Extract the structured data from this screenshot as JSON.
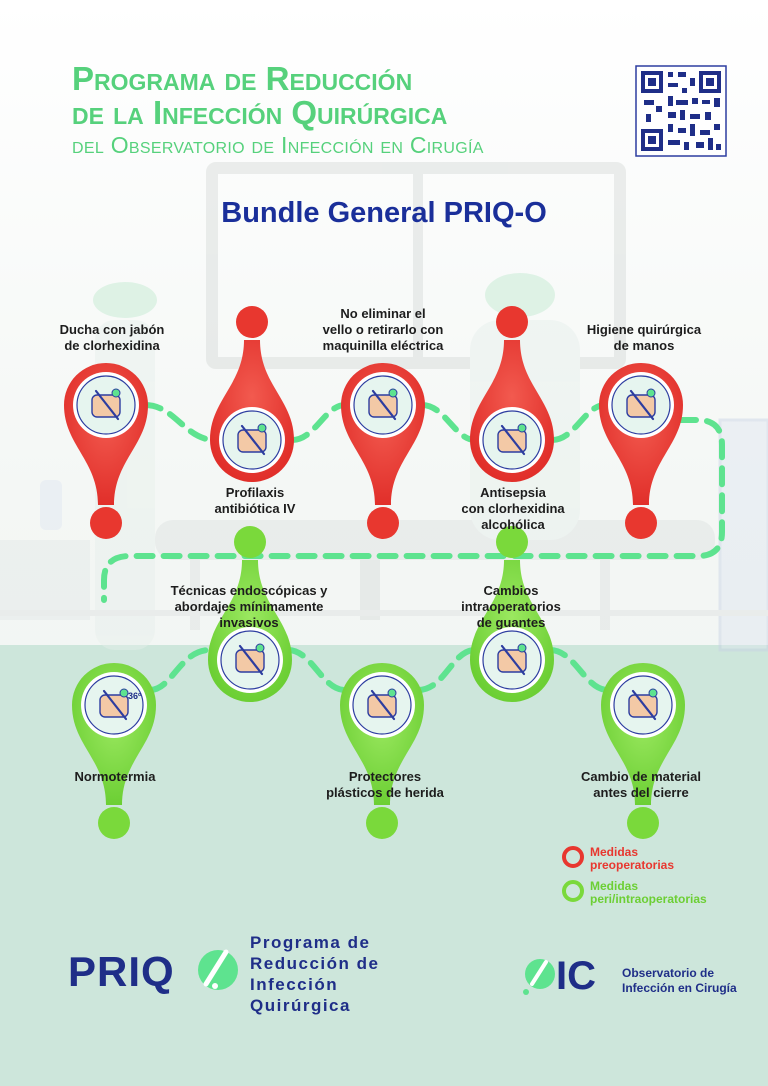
{
  "header": {
    "title_line1": "Programa de Reducción",
    "title_line2": "de la Infección Quirúrgica",
    "title_line3": "del Observatorio de Infección en Cirugía"
  },
  "bundle_title": "Bundle General PRIQ-O",
  "colors": {
    "preop_red": "#e8372f",
    "periop_green": "#7ad93b",
    "dash_green": "#5ee38f",
    "title_green": "#56d17c",
    "navy": "#1a2f9a"
  },
  "measures": [
    {
      "id": "ducha",
      "lines": [
        "Ducha con jabón",
        "de clorhexidina"
      ],
      "category": "preop",
      "icon": "shower-icon"
    },
    {
      "id": "profilaxis",
      "lines": [
        "Profilaxis",
        "antibiótica IV"
      ],
      "category": "preop",
      "icon": "iv-antibiotic-icon"
    },
    {
      "id": "vello",
      "lines": [
        "No eliminar el",
        "vello o retirarlo con",
        "maquinilla eléctrica"
      ],
      "category": "preop",
      "icon": "electric-clipper-icon"
    },
    {
      "id": "antisepsia",
      "lines": [
        "Antisepsia",
        "con clorhexidina",
        "alcohólica"
      ],
      "category": "preop",
      "icon": "antiseptic-icon"
    },
    {
      "id": "higiene",
      "lines": [
        "Higiene quirúrgica",
        "de manos"
      ],
      "category": "preop",
      "icon": "hand-washing-icon"
    },
    {
      "id": "normotermia",
      "lines": [
        "Normotermia"
      ],
      "category": "periop",
      "icon": "thermometer-icon",
      "badge": "36º"
    },
    {
      "id": "endoscopicas",
      "lines": [
        "Técnicas endoscópicas y",
        "abordajes mínimamente",
        "invasivos"
      ],
      "category": "periop",
      "icon": "laparoscopy-icon"
    },
    {
      "id": "protectores",
      "lines": [
        "Protectores",
        "plásticos de herida"
      ],
      "category": "periop",
      "icon": "wound-protector-icon"
    },
    {
      "id": "guantes",
      "lines": [
        "Cambios",
        "intraoperatorios",
        "de guantes"
      ],
      "category": "periop",
      "icon": "glove-change-icon"
    },
    {
      "id": "material",
      "lines": [
        "Cambio de material",
        "antes del cierre"
      ],
      "category": "periop",
      "icon": "instrument-tray-icon"
    }
  ],
  "legend": {
    "preop_line1": "Medidas",
    "preop_line2": "preoperatorias",
    "periop_line1": "Medidas",
    "periop_line2": "peri/intraoperatorias"
  },
  "footer": {
    "priq_word": "PRIQ",
    "program_line1": "Programa de",
    "program_line2": "Reducción de",
    "program_line3": "Infección",
    "program_line4": "Quirúrgica",
    "ic_word": "IC",
    "obs_line1": "Observatorio de",
    "obs_line2": "Infección en Cirugía"
  }
}
